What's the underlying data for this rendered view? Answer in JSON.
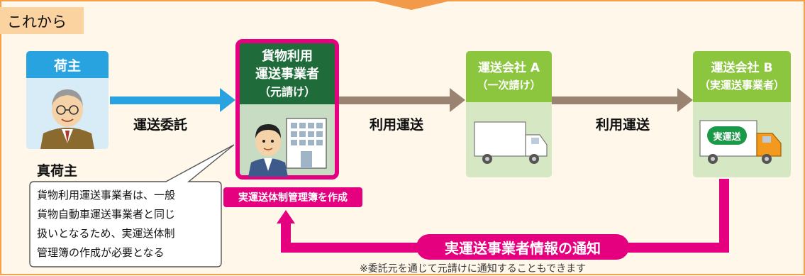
{
  "section_label": "これから",
  "shipper": {
    "header": "荷主",
    "caption": "真荷主"
  },
  "edge_labels": {
    "consign": "運送委託",
    "use1": "利用運送",
    "use2": "利用運送"
  },
  "forwarder": {
    "header_lines": [
      "貨物利用",
      "運送事業者",
      "（元請け）"
    ],
    "badge": "実運送体制管理簿を作成"
  },
  "carrier_a": {
    "header_lines": [
      "運送会社 A",
      "（一次請け）"
    ]
  },
  "carrier_b": {
    "header_lines": [
      "運送会社 B",
      "（実運送事業者）"
    ],
    "truck_label": "実運送"
  },
  "callout_lines": [
    "貨物利用運送事業者は、一般",
    "貨物自動車運送事業者と同じ",
    "扱いとなるため、実運送体制",
    "管理簿の作成が必要となる"
  ],
  "notification": {
    "label": "実運送事業者情報の通知",
    "note": "※委託元を通じて元請けに通知することもできます"
  },
  "colors": {
    "pink": "#e4007f",
    "green": "#8cc63f",
    "dark_green": "#1f6b3a",
    "blue": "#29a3e0",
    "brown": "#9b8372",
    "orange_border": "#f5a04a"
  }
}
